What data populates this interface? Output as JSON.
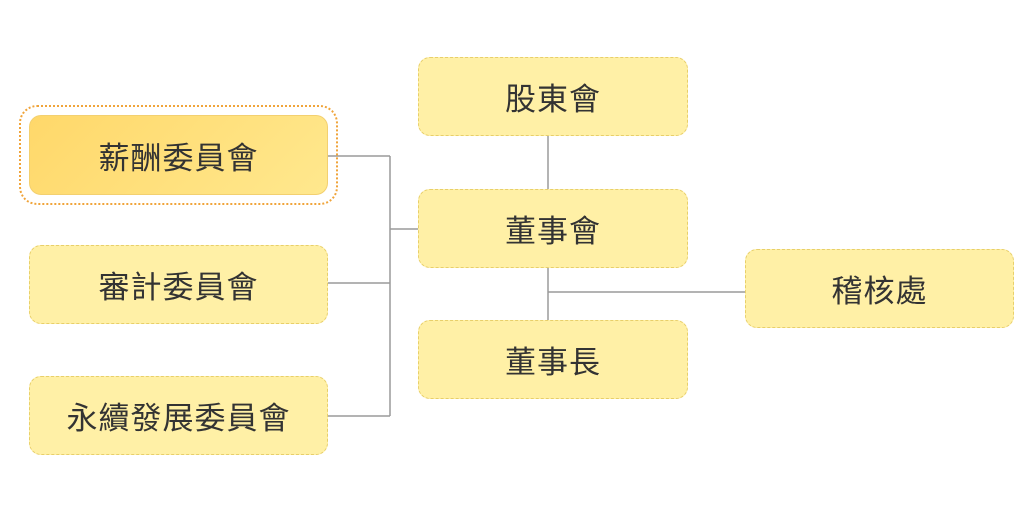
{
  "diagram": {
    "nodes": {
      "shareholders_meeting": "股東會",
      "board_of_directors": "董事會",
      "chairman": "董事長",
      "audit_office": "稽核處",
      "compensation_committee": "薪酬委員會",
      "audit_committee": "審計委員會",
      "sustainability_committee": "永續發展委員會"
    },
    "selected_node": "compensation_committee",
    "colors": {
      "node_fill": "#fff0a6",
      "node_border": "#e8cf6a",
      "selected_fill": "#ffd86a",
      "selection_ring": "#f0a43a",
      "connector": "#9a9a9a",
      "text": "#333333"
    }
  }
}
